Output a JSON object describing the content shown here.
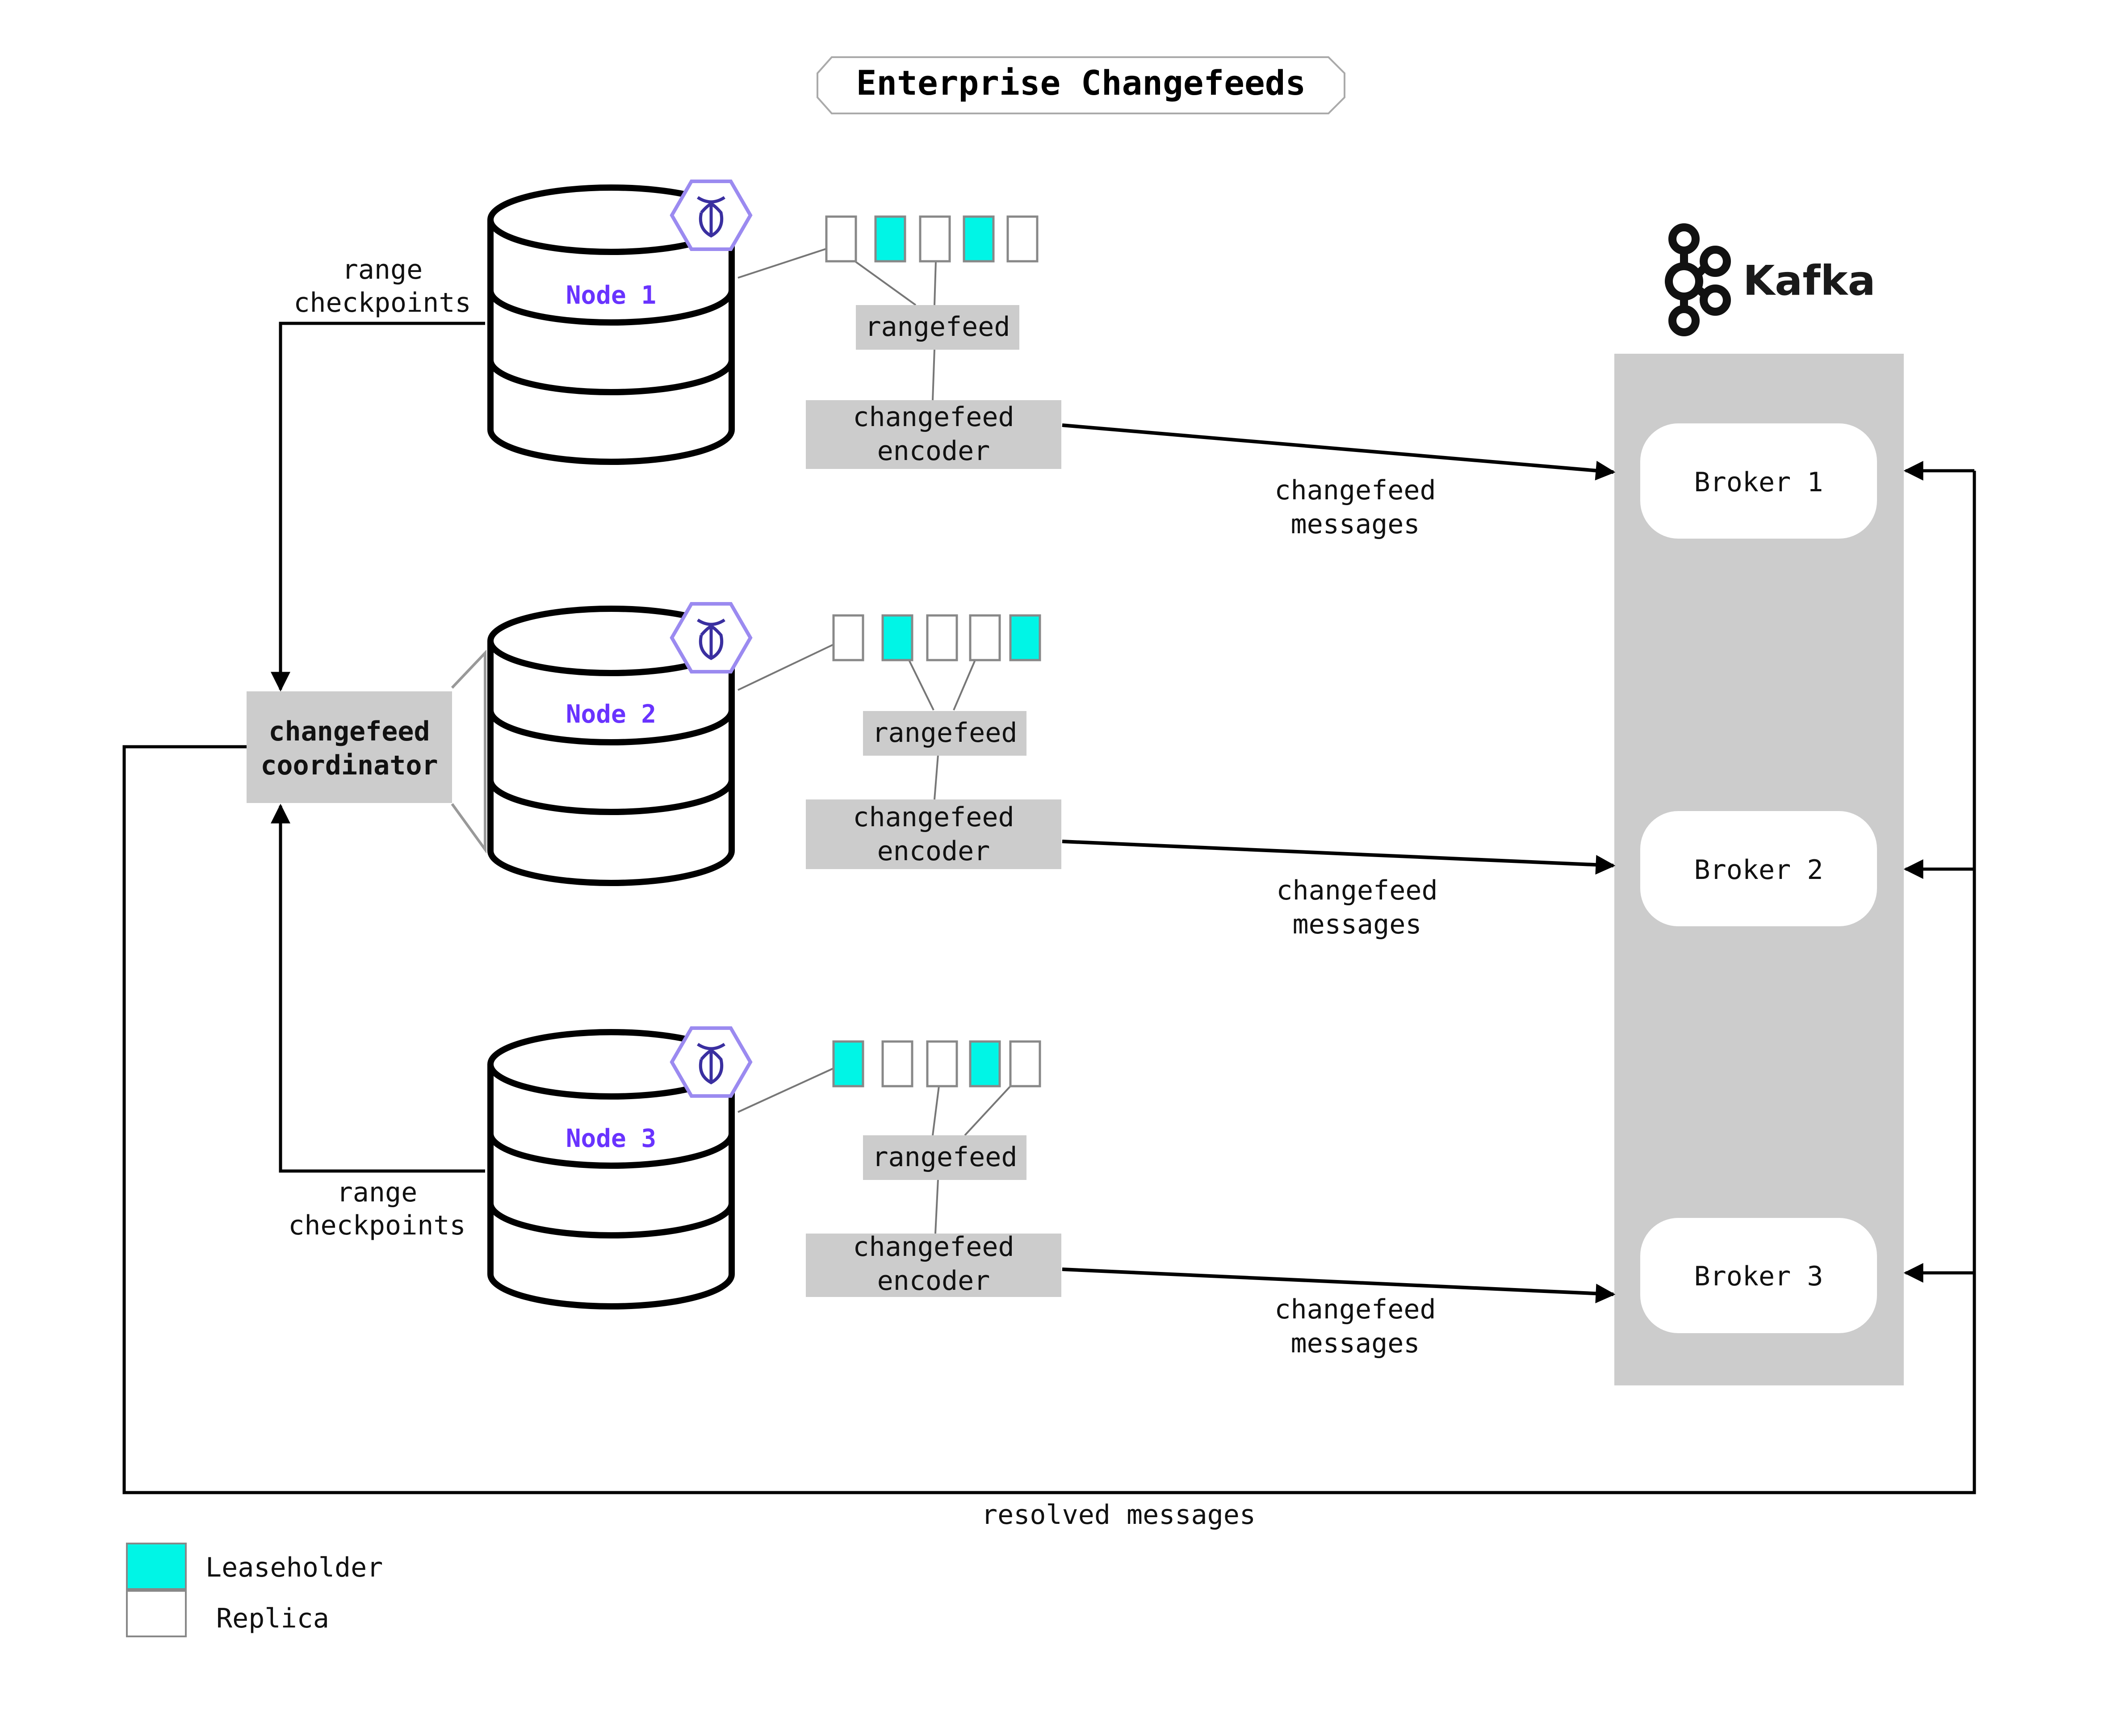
{
  "title": "Enterprise Changefeeds",
  "colors": {
    "leaseholder": "#00F5E6",
    "replica": "#FFFFFF",
    "gray_box": "#CCCCCC",
    "node_label": "#6933FF",
    "kafka_panel": "#CCCCCC"
  },
  "nodes": [
    {
      "label": "Node 1",
      "ranges": [
        "replica",
        "leaseholder",
        "replica",
        "leaseholder",
        "replica"
      ],
      "rangefeed_label": "rangefeed",
      "encoder_label": [
        "changefeed",
        "encoder"
      ],
      "messages_label": [
        "changefeed",
        "messages"
      ]
    },
    {
      "label": "Node 2",
      "ranges": [
        "replica",
        "leaseholder",
        "replica",
        "replica",
        "leaseholder"
      ],
      "rangefeed_label": "rangefeed",
      "encoder_label": [
        "changefeed",
        "encoder"
      ],
      "messages_label": [
        "changefeed",
        "messages"
      ]
    },
    {
      "label": "Node 3",
      "ranges": [
        "leaseholder",
        "replica",
        "replica",
        "leaseholder",
        "replica"
      ],
      "rangefeed_label": "rangefeed",
      "encoder_label": [
        "changefeed",
        "encoder"
      ],
      "messages_label": [
        "changefeed",
        "messages"
      ]
    }
  ],
  "coordinator": {
    "label": [
      "changefeed",
      "coordinator"
    ]
  },
  "checkpoints_top": [
    "range",
    "checkpoints"
  ],
  "checkpoints_bottom": [
    "range",
    "checkpoints"
  ],
  "kafka": {
    "name": "Kafka",
    "brokers": [
      "Broker 1",
      "Broker 2",
      "Broker 3"
    ]
  },
  "resolved_label": "resolved messages",
  "legend": {
    "leaseholder": "Leaseholder",
    "replica": "Replica"
  },
  "icons": {
    "cockroach": "cockroach-hexagon-icon",
    "kafka": "kafka-logo-icon"
  }
}
